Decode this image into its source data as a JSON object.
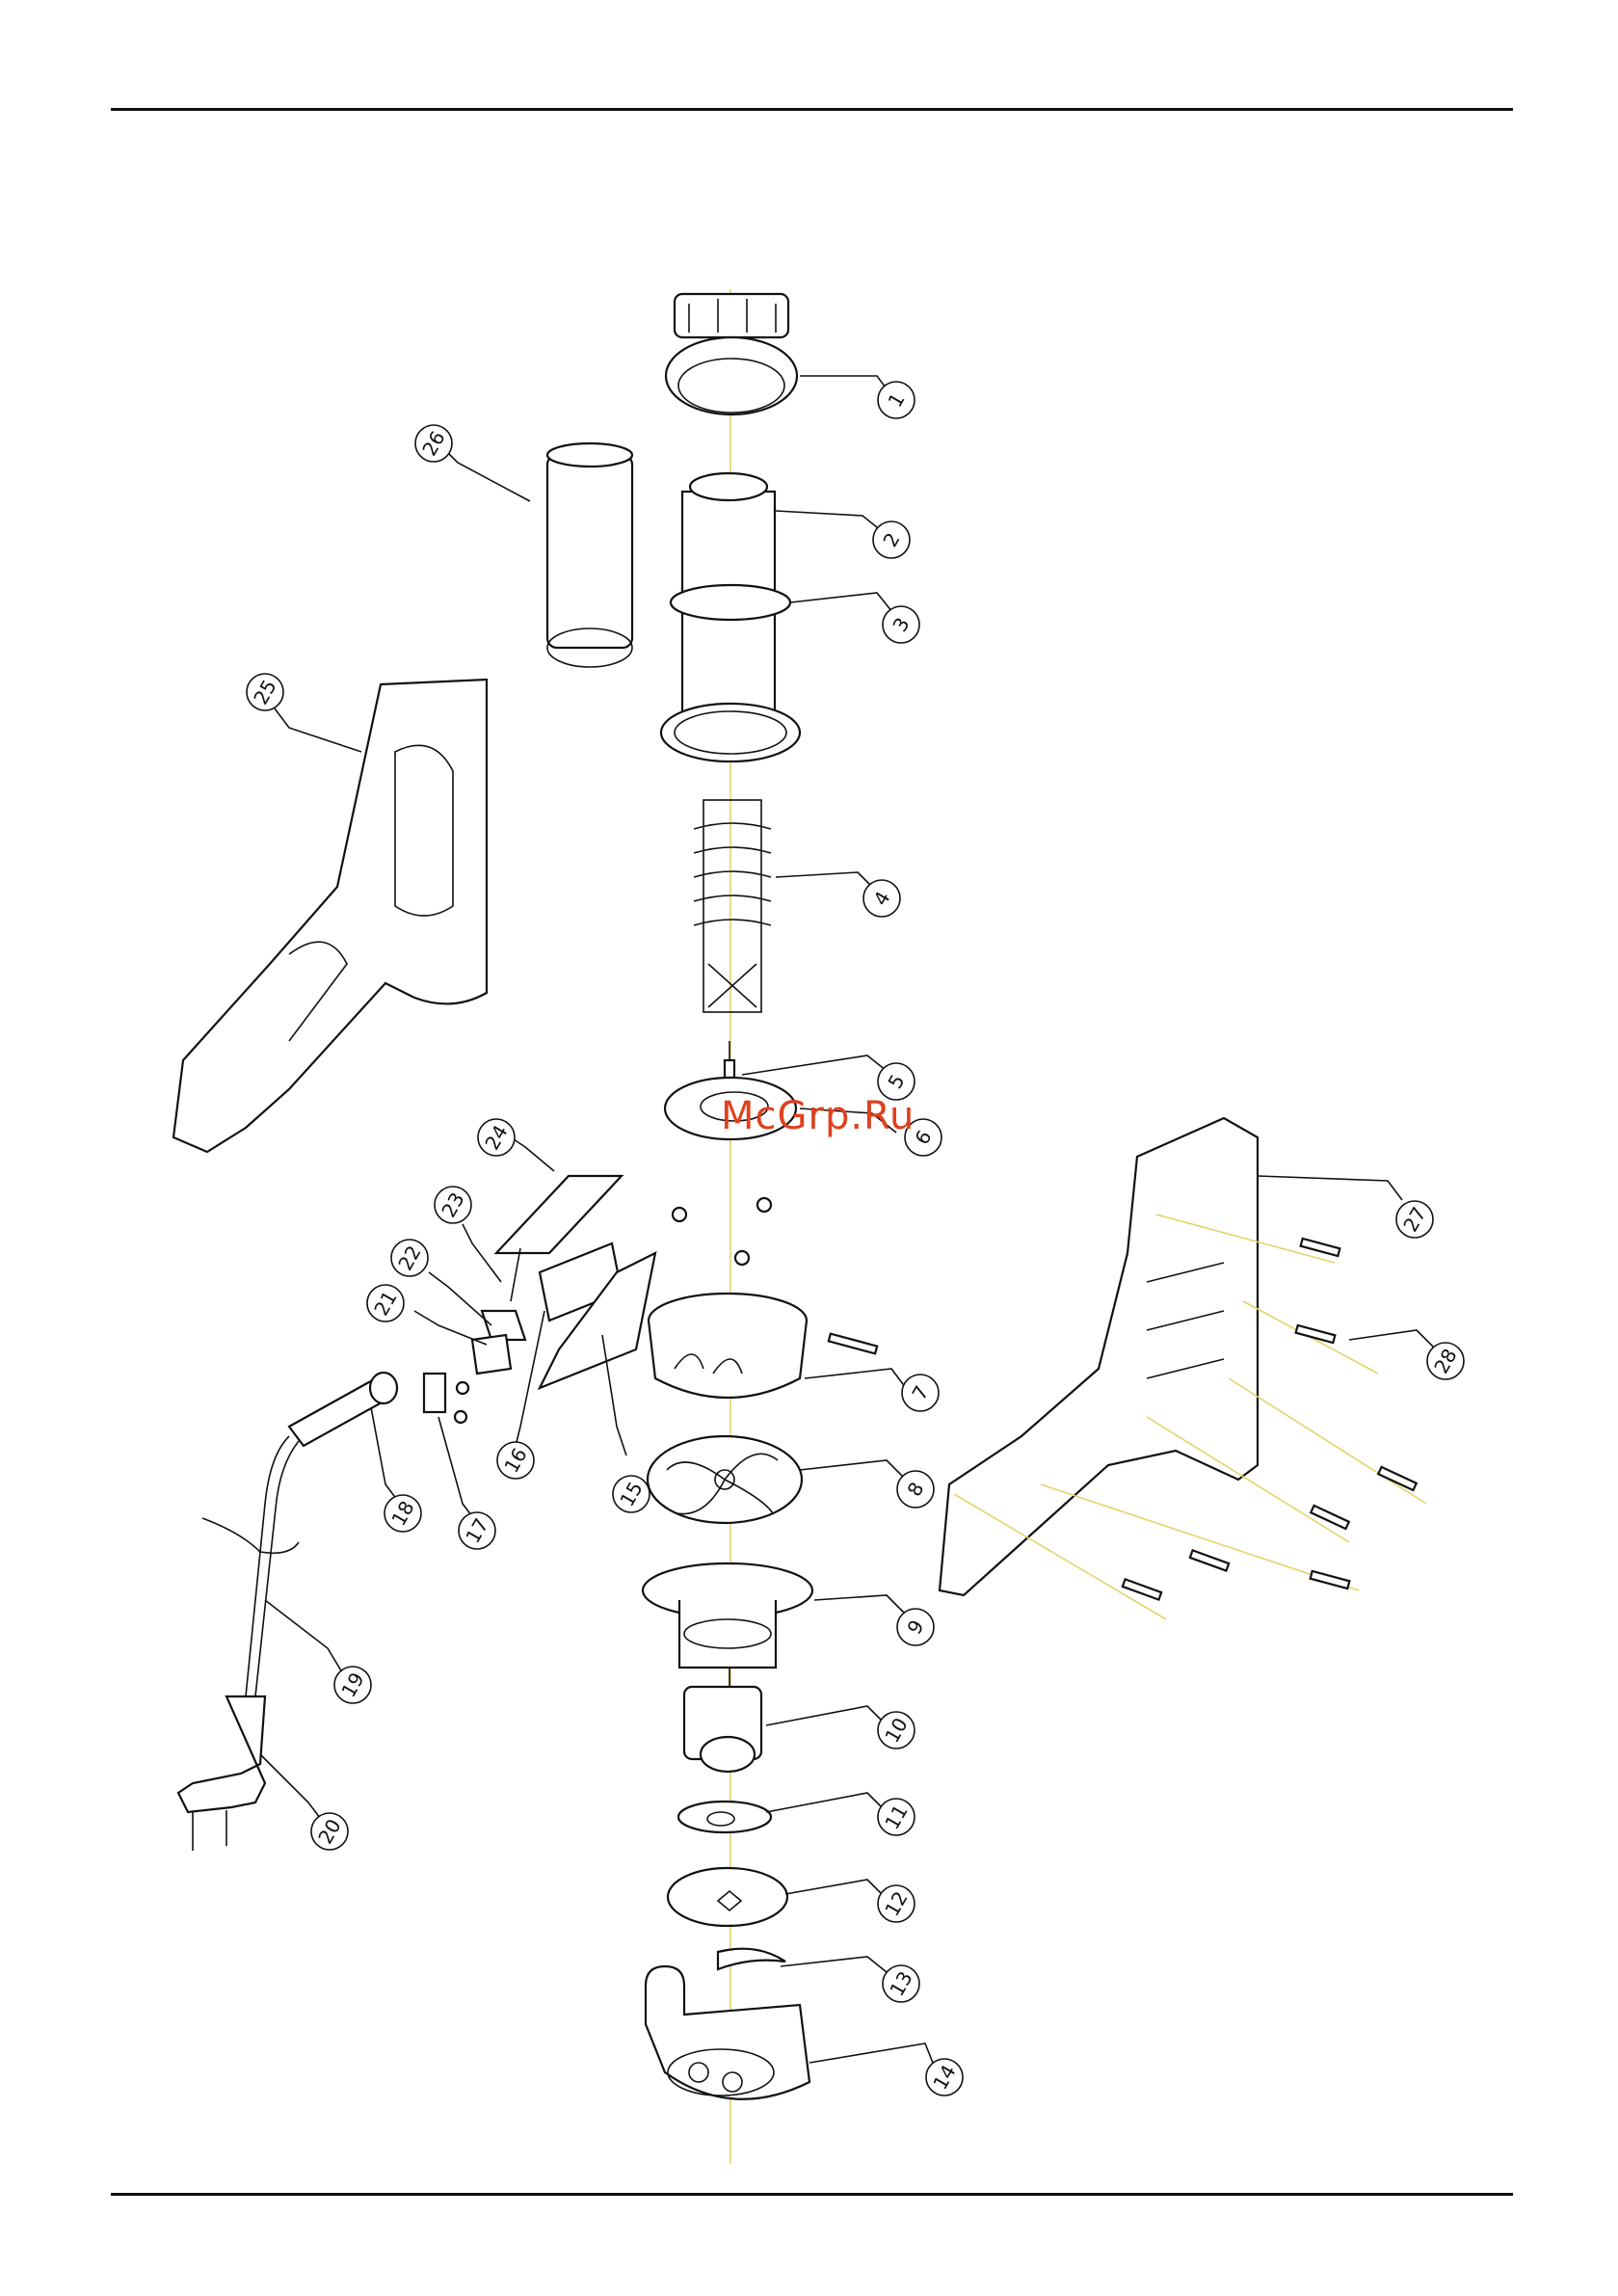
{
  "watermark": "McGrp.Ru",
  "part_numbers": [
    "1",
    "2",
    "3",
    "4",
    "5",
    "6",
    "7",
    "8",
    "9",
    "10",
    "11",
    "12",
    "13",
    "14",
    "15",
    "16",
    "17",
    "18",
    "19",
    "20",
    "21",
    "22",
    "23",
    "24",
    "25",
    "26",
    "27",
    "28"
  ]
}
